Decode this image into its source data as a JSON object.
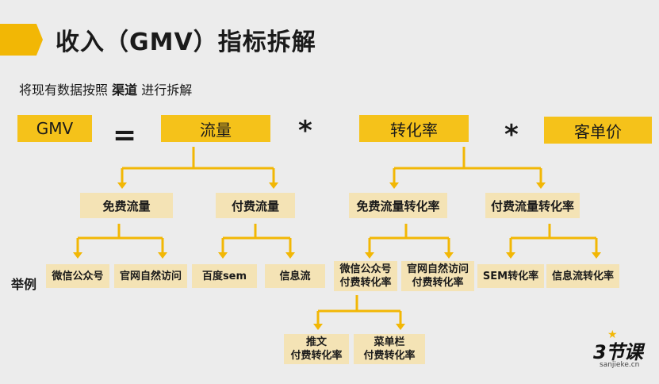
{
  "title": "收入（GMV）指标拆解",
  "subtitle": {
    "prefix": "将现有数据按照 ",
    "bold": "渠道",
    "suffix": " 进行拆解"
  },
  "formula": {
    "gmv": "GMV",
    "equals": "=",
    "times": "*",
    "traffic": "流量",
    "conversion": "转化率",
    "aov": "客单价"
  },
  "traffic": {
    "free": "免费流量",
    "paid": "付费流量",
    "free_examples": [
      "微信公众号",
      "官网自然访问"
    ],
    "paid_examples": [
      "百度sem",
      "信息流"
    ]
  },
  "conversion": {
    "free": "免费流量转化率",
    "paid": "付费流量转化率",
    "free_examples": [
      {
        "line1": "微信公众号",
        "line2": "付费转化率"
      },
      {
        "line1": "官网自然访问",
        "line2": "付费转化率"
      }
    ],
    "paid_examples": [
      "SEM转化率",
      "信息流转化率"
    ],
    "sub_examples": [
      {
        "line1": "推文",
        "line2": "付费转化率"
      },
      {
        "line1": "菜单栏",
        "line2": "付费转化率"
      }
    ]
  },
  "examples_label": "举例",
  "logo": {
    "main": "3节课",
    "sub": "sanjieke.cn"
  },
  "colors": {
    "accent": "#f5c21a",
    "light": "#f4e3b5",
    "line": "#f2b705"
  }
}
